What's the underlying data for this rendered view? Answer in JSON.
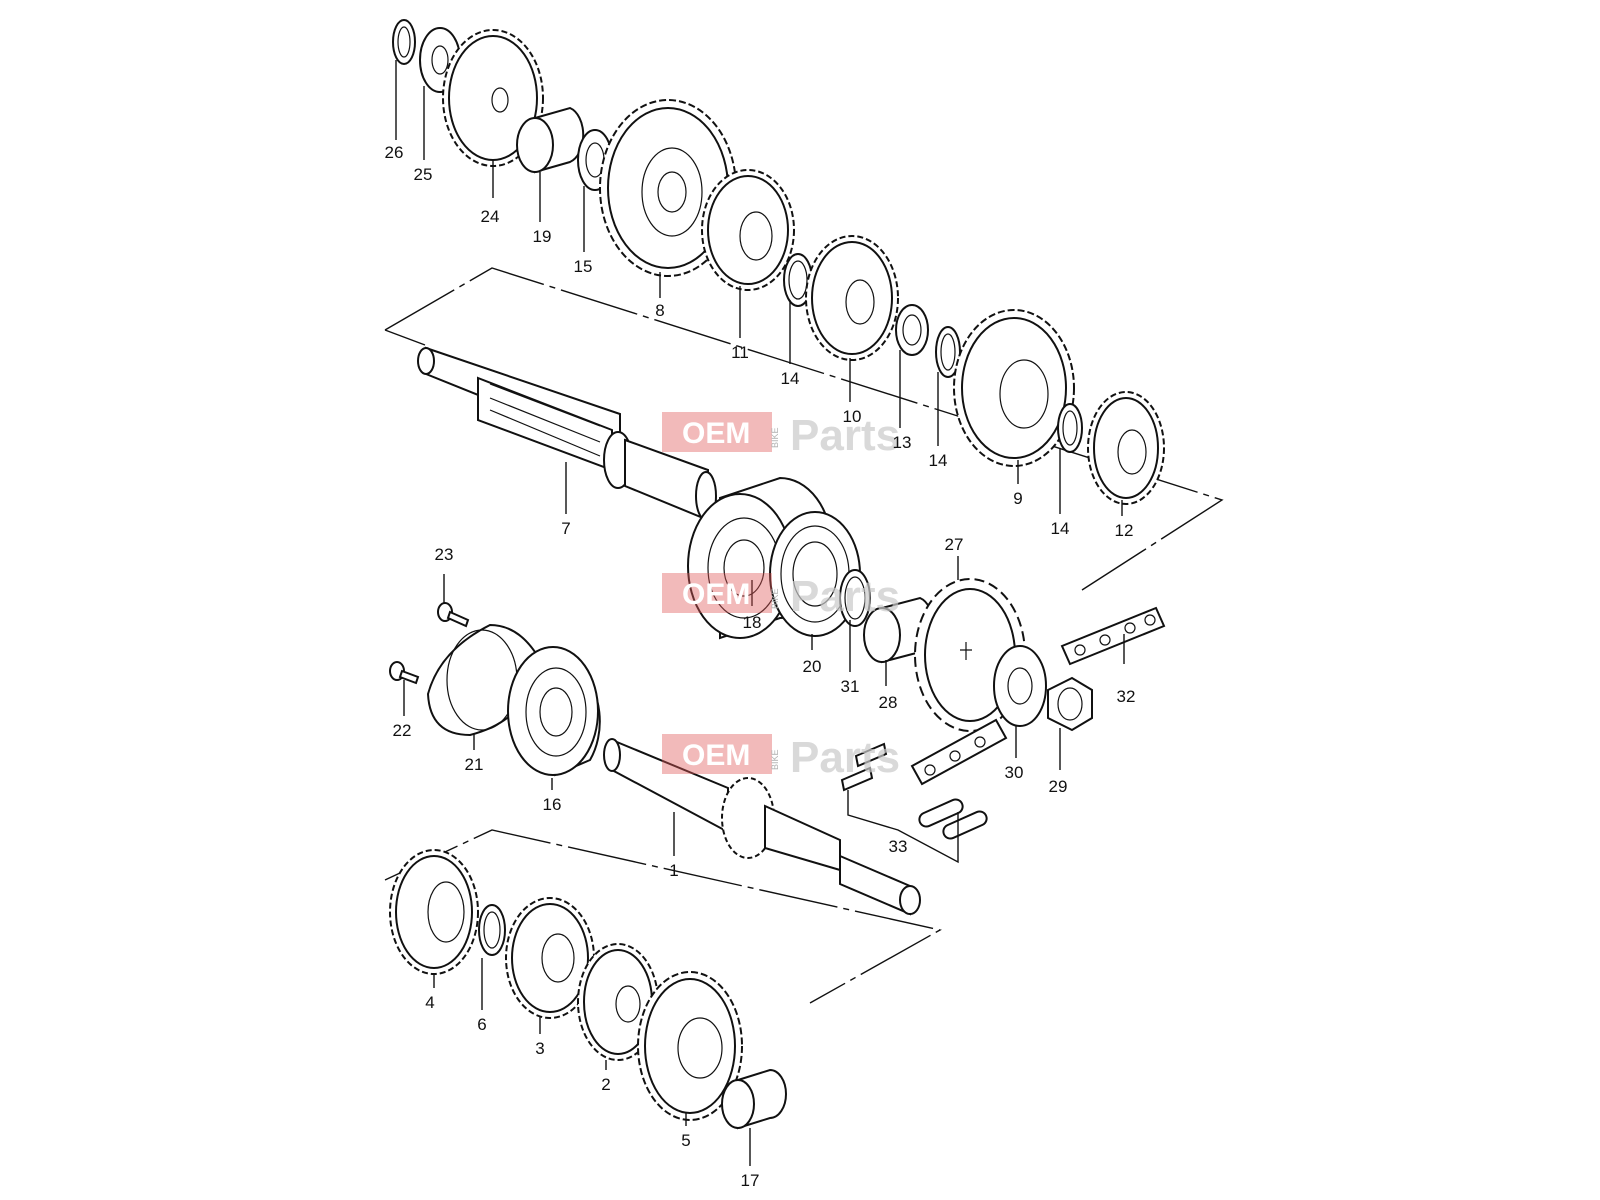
{
  "callouts": [
    "1",
    "2",
    "3",
    "4",
    "5",
    "6",
    "7",
    "8",
    "9",
    "10",
    "11",
    "12",
    "13",
    "14",
    "15",
    "16",
    "17",
    "18",
    "19",
    "20",
    "21",
    "22",
    "23",
    "24",
    "25",
    "26",
    "27",
    "28",
    "29",
    "30",
    "31",
    "32",
    "33"
  ],
  "watermark": {
    "oem": "OEM",
    "bike": "BIKE",
    "parts": "Parts"
  },
  "colors": {
    "line": "#111111",
    "watermark": "#e05a5a",
    "background": "#ffffff"
  }
}
